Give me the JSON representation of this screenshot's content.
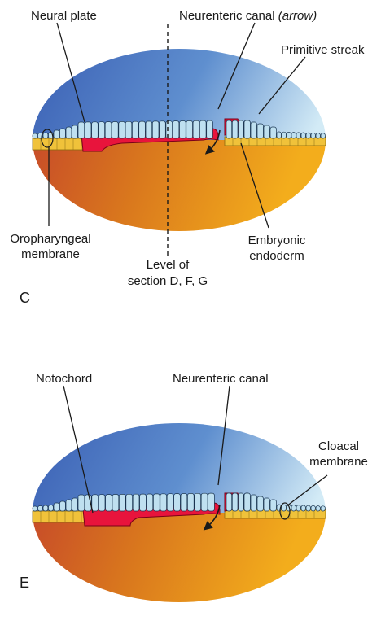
{
  "panel_c": {
    "letter": "C",
    "labels": {
      "neural_plate": "Neural plate",
      "neurenteric_canal": "Neurenteric canal",
      "neurenteric_canal_note": "(arrow)",
      "primitive_streak": "Primitive streak",
      "oropharyngeal_line1": "Oropharyngeal",
      "oropharyngeal_line2": "membrane",
      "level_line1": "Level of",
      "level_line2": "section D, F, G",
      "endoderm_line1": "Embryonic",
      "endoderm_line2": "endoderm"
    }
  },
  "panel_e": {
    "letter": "E",
    "labels": {
      "notochord": "Notochord",
      "neurenteric_canal": "Neurenteric canal",
      "cloacal_line1": "Cloacal",
      "cloacal_line2": "membrane"
    }
  },
  "colors": {
    "amnion_top": "#3f63b8",
    "amnion_light": "#c9e4f4",
    "yolk_dark": "#c8432a",
    "yolk_mid": "#d8761e",
    "yolk_light": "#f2a81e",
    "ectoderm_cell": "#bfe0f0",
    "notochord_red": "#e8143c",
    "endoderm_yellow": "#f0c23a"
  }
}
